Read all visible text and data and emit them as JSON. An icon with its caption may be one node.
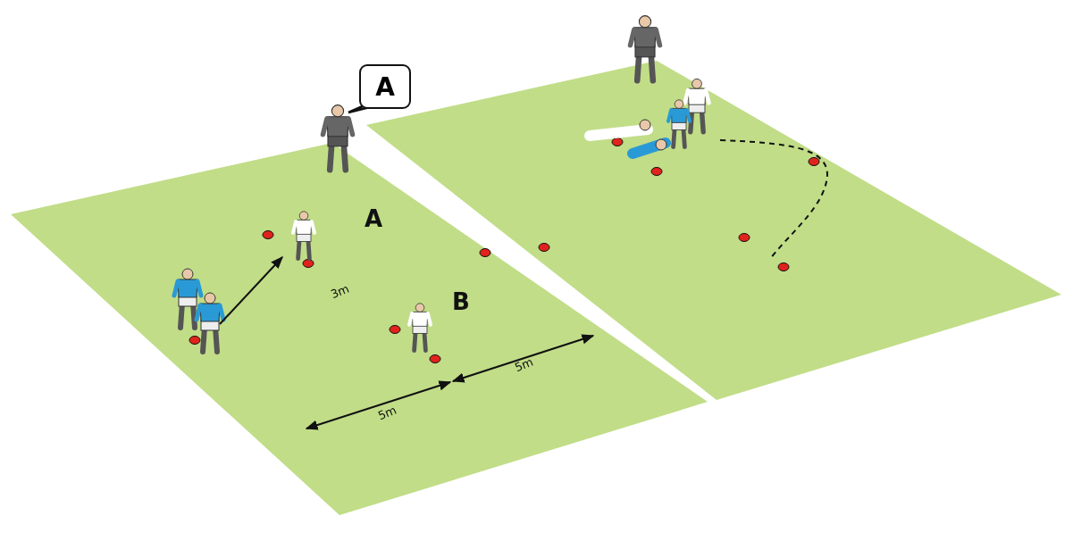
{
  "diagram": {
    "nodes": [
      {
        "text": [
          "A"
        ]
      }
    ],
    "labels": [
      "A",
      "3m",
      "B",
      "5m",
      "5m"
    ]
  }
}
